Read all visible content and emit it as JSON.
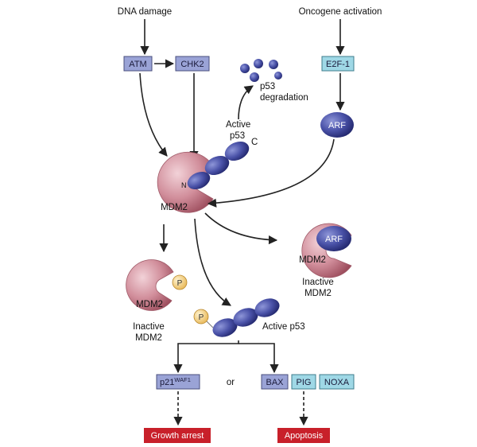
{
  "inputs": {
    "dna_damage": "DNA damage",
    "oncogene_activation": "Oncogene activation"
  },
  "kinases": {
    "atm": "ATM",
    "chk2": "CHK2",
    "e2f1": "E2F-1",
    "arf": "ARF"
  },
  "p53": {
    "degradation_line1": "p53",
    "degradation_line2": "degradation",
    "active_line1": "Active",
    "active_line2": "p53",
    "c_terminus": "C",
    "n_terminus": "N",
    "active_label": "Active p53"
  },
  "mdm2": {
    "label": "MDM2",
    "bound_arf": "ARF",
    "phospho": "P",
    "inactive_line1": "Inactive",
    "inactive_line2": "MDM2"
  },
  "targets": {
    "p21_base": "p21",
    "p21_sup": "WAF1",
    "or": "or",
    "bax": "BAX",
    "pig": "PIG",
    "noxa": "NOXA"
  },
  "outcomes": {
    "growth_arrest": "Growth arrest",
    "apoptosis": "Apoptosis"
  },
  "colors": {
    "kinase_box": "#9aa3d6",
    "e2f_box": "#9fd8e6",
    "protein_blue": "#3b4296",
    "mdm2_pink": "#c47a88",
    "phosphate": "#f5d58a",
    "outcome_red": "#c8202a"
  }
}
